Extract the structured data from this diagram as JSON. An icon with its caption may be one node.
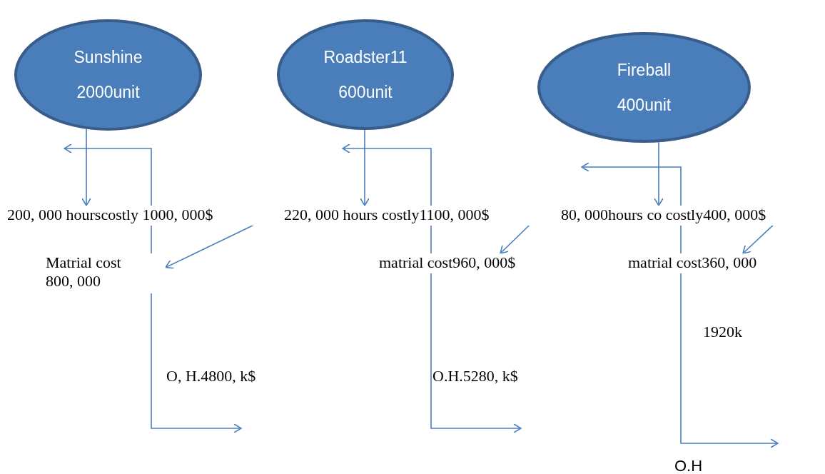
{
  "diagram": {
    "nodes": [
      {
        "text": [
          "Sunshine",
          "2000unit"
        ]
      },
      {
        "text": [
          "200, 000 hourscostly 1000, 000$"
        ]
      },
      {
        "text": [
          "Matrial cost 800, 000"
        ]
      },
      {
        "text": [
          "Roadster11",
          "600unit"
        ]
      },
      {
        "text": [
          "220, 000 hours costly1100, 000$"
        ]
      },
      {
        "text": [
          "matrial cost960, 000$"
        ]
      },
      {
        "text": [
          "Fireball",
          "400unit"
        ]
      },
      {
        "text": [
          "80, 000hours co costly400, 000$"
        ]
      },
      {
        "text": [
          "matrial cost360, 000"
        ]
      }
    ],
    "edges": [
      {
        "from": 0,
        "to": 1,
        "arrow": "to"
      },
      {
        "from": 1,
        "to": 2,
        "arrow": "to"
      },
      {
        "from": 3,
        "to": 4,
        "arrow": "to"
      },
      {
        "from": 4,
        "to": 5,
        "arrow": "to"
      },
      {
        "from": 6,
        "to": 7,
        "arrow": "to"
      },
      {
        "from": 7,
        "to": 8,
        "arrow": "to"
      }
    ],
    "labels": [
      "O, H.4800, k$",
      "O.H.5280, k$",
      "1920k",
      "O.H"
    ]
  }
}
